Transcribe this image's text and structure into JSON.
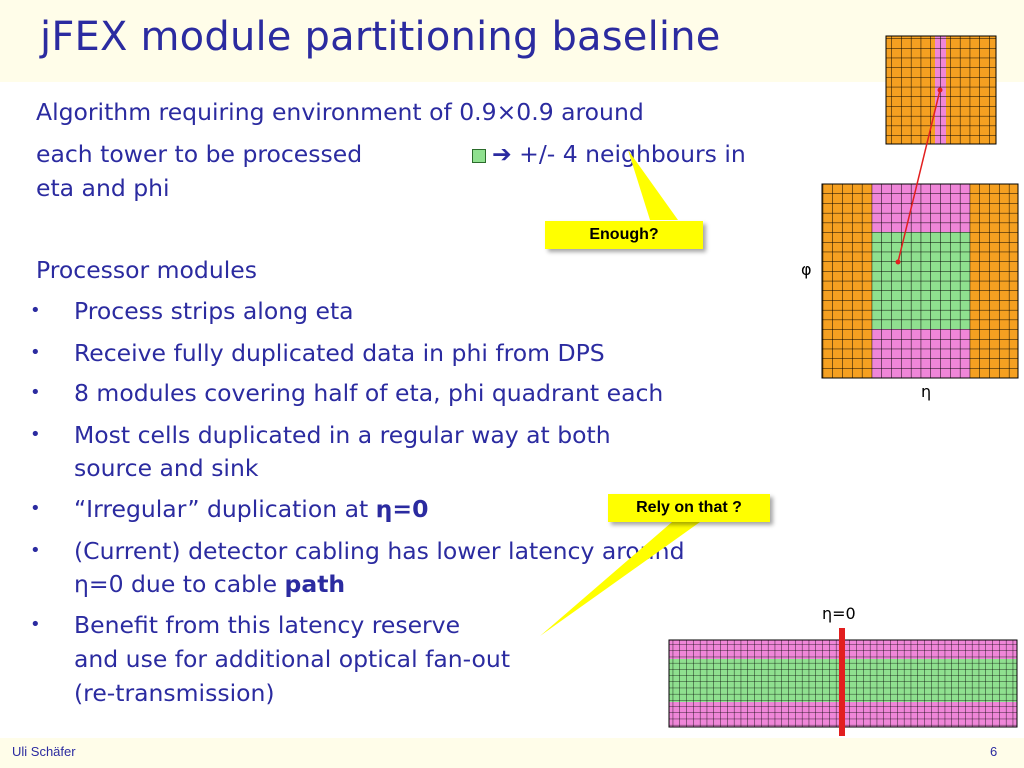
{
  "slide": {
    "title": "jFEX module partitioning baseline",
    "line1": "Algorithm requiring environment of 0.9×0.9 around",
    "line2_before": "each tower to be processed",
    "line2_after": "➔ +/- 4 neighbours in",
    "line3": "eta and phi",
    "section": "Processor modules",
    "bullets": [
      {
        "text": "Process strips along eta"
      },
      {
        "text": "Receive fully duplicated data in phi from DPS"
      },
      {
        "text": "8 modules covering half of eta, phi quadrant each"
      },
      {
        "line1": "Most cells duplicated in a regular way at both",
        "line2": "source and sink"
      },
      {
        "prefix": "“Irregular” duplication at ",
        "bold": "η=0"
      },
      {
        "line1": "(Current) detector cabling has lower latency around",
        "line2_prefix": "η=0 due to cable ",
        "line2_bold": "path"
      },
      {
        "line1": "Benefit from this latency reserve",
        "line2": "and use for additional optical fan-out",
        "line3": "(re-transmission)"
      }
    ],
    "bullet_char": "•"
  },
  "callouts": {
    "enough": "Enough?",
    "rely": "Rely on that ?"
  },
  "diagram_labels": {
    "phi": "φ",
    "eta": "η",
    "eta_zero": "η=0"
  },
  "footer": {
    "author": "Uli Schäfer",
    "page": "6"
  },
  "colors": {
    "text": "#2b2ba0",
    "orange": "#f5a021",
    "pink": "#ef86d8",
    "green": "#8fe08f",
    "callout": "#ffff00",
    "red_line": "#e21f1f"
  }
}
